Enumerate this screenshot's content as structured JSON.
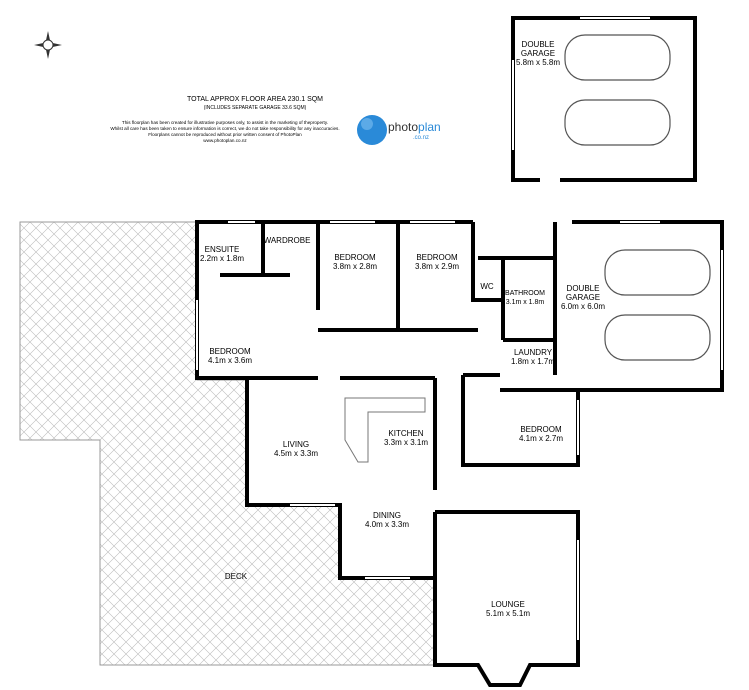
{
  "header": {
    "total_area": "TOTAL APPROX FLOOR AREA 230.1 SQM",
    "includes": "(INCLUDES SEPARATE GARAGE 33.6 SQM)",
    "disclaimer": [
      "This floorplan has been created for illustrative purposes only, to assist in the marketing of theproperty.",
      "Whilst all care has been taken to ensure information is correct, we do not take responsibility for any inaccuracies.",
      "Floorplans cannot be reproduced without prior written consent of PhotoPlan",
      "www.photoplan.co.nz"
    ]
  },
  "logo": {
    "name_a": "photo",
    "name_b": "plan",
    "domain": ".co.nz",
    "color": "#2a8ad8"
  },
  "compass_icon": "compass-rose",
  "rooms": [
    {
      "name": "DOUBLE",
      "name2": "GARAGE",
      "size": "5.8m x 5.8m"
    },
    {
      "name": "ENSUITE",
      "size": "2.2m x 1.8m"
    },
    {
      "name": "WARDROBE"
    },
    {
      "name": "BEDROOM",
      "size": "3.8m x 2.8m"
    },
    {
      "name": "BEDROOM",
      "size": "3.8m x 2.9m"
    },
    {
      "name": "WC"
    },
    {
      "name": "BATHROOM",
      "size": "3.1m x 1.8m"
    },
    {
      "name": "DOUBLE",
      "name2": "GARAGE",
      "size": "6.0m x 6.0m"
    },
    {
      "name": "LAUNDRY",
      "size": "1.8m x 1.7m"
    },
    {
      "name": "BEDROOM",
      "size": "4.1m x 3.6m"
    },
    {
      "name": "KITCHEN",
      "size": "3.3m x 3.1m"
    },
    {
      "name": "LIVING",
      "size": "4.5m x 3.3m"
    },
    {
      "name": "BEDROOM",
      "size": "4.1m x 2.7m"
    },
    {
      "name": "DINING",
      "size": "4.0m x 3.3m"
    },
    {
      "name": "LOUNGE",
      "size": "5.1m x 5.1m"
    },
    {
      "name": "DECK"
    }
  ]
}
